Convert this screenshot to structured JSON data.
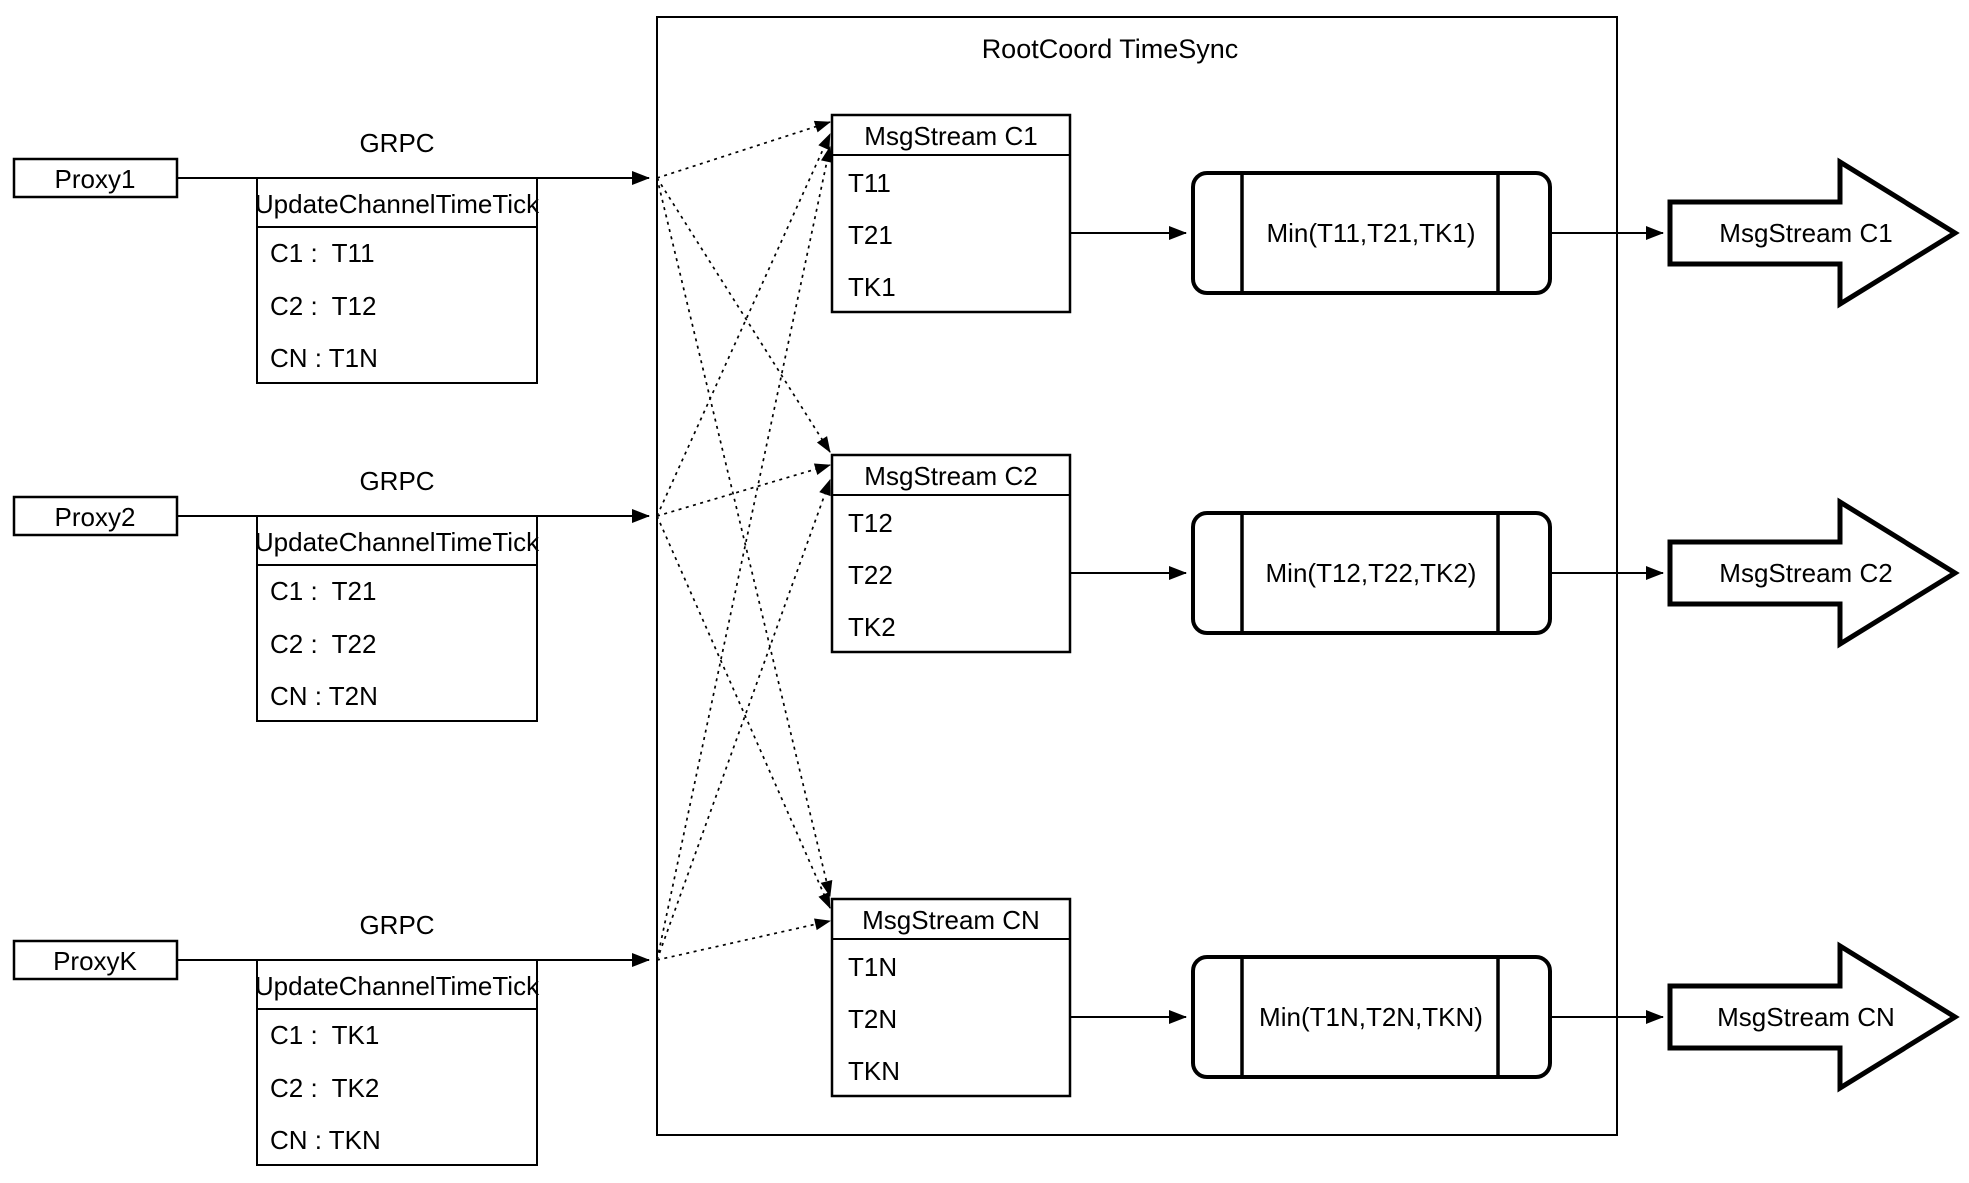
{
  "diagram": {
    "title": "RootCoord TimeSync",
    "proxies": [
      {
        "name": "Proxy1",
        "grpc_label": "GRPC",
        "table_header": "UpdateChannelTimeTick",
        "rows": [
          "C1 :  T11",
          "C2 :  T12",
          "CN : T1N"
        ]
      },
      {
        "name": "Proxy2",
        "grpc_label": "GRPC",
        "table_header": "UpdateChannelTimeTick",
        "rows": [
          "C1 :  T21",
          "C2 :  T22",
          "CN : T2N"
        ]
      },
      {
        "name": "ProxyK",
        "grpc_label": "GRPC",
        "table_header": "UpdateChannelTimeTick",
        "rows": [
          "C1 :  TK1",
          "C2 :  TK2",
          "CN : TKN"
        ]
      }
    ],
    "streams": [
      {
        "header": "MsgStream C1",
        "ticks": [
          "T11",
          "T21",
          "TK1"
        ],
        "min_label": "Min(T11,T21,TK1)",
        "output_label": "MsgStream C1"
      },
      {
        "header": "MsgStream C2",
        "ticks": [
          "T12",
          "T22",
          "TK2"
        ],
        "min_label": "Min(T12,T22,TK2)",
        "output_label": "MsgStream C2"
      },
      {
        "header": "MsgStream CN",
        "ticks": [
          "T1N",
          "T2N",
          "TKN"
        ],
        "min_label": "Min(T1N,T2N,TKN)",
        "output_label": "MsgStream CN"
      }
    ]
  }
}
